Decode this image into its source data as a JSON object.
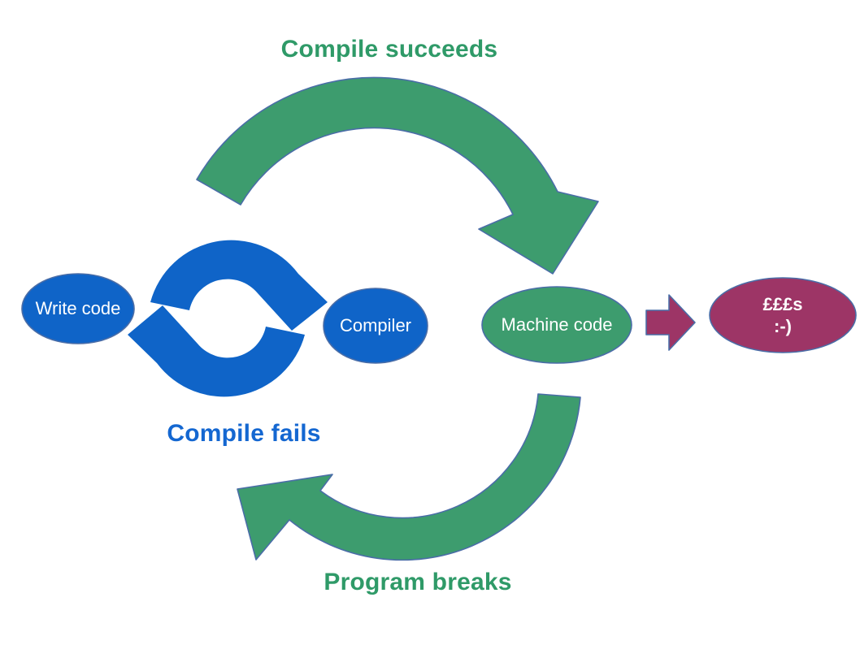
{
  "title": "Compile cycle diagram",
  "headings": {
    "compile_succeeds": "Compile succeeds",
    "compile_fails": "Compile fails",
    "program_breaks": "Program breaks"
  },
  "nodes": {
    "write_code": {
      "label": "Write code"
    },
    "compiler": {
      "label": "Compiler"
    },
    "machine_code": {
      "label": "Machine code"
    },
    "money": {
      "line1": "£££s",
      "line2": ":-)"
    }
  },
  "icons": {
    "cycle_arrows": "circular-refresh-arrows",
    "right_arrow": "block-arrow-right",
    "curve_arrow_top": "curved-arrow-clockwise",
    "curve_arrow_bottom": "curved-arrow-counterclockwise"
  },
  "colors": {
    "background": "#ffffff",
    "green": "#3d9c6e",
    "green_text": "#2f9a68",
    "blue": "#0f64c8",
    "blue_text": "#1467d1",
    "magenta": "#9d3566",
    "outline": "#4a6da7",
    "node_text": "#ffffff"
  }
}
